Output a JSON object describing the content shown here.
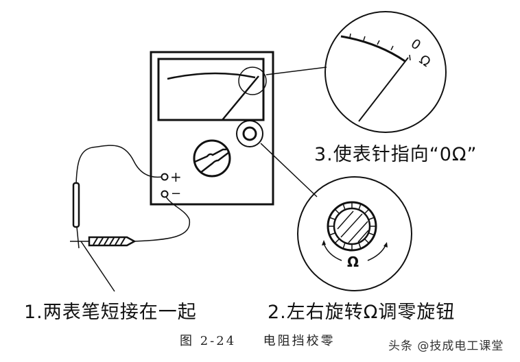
{
  "diagram": {
    "title": "电阻挡校零",
    "figure_number": "图 2-24",
    "steps": [
      {
        "label": "1.两表笔短接在一起"
      },
      {
        "label": "2.左右旋转Ω调零旋钮"
      },
      {
        "label": "3.使表针指向“0Ω”"
      }
    ],
    "scale_labels": {
      "zero": "0",
      "ohm": "Ω"
    },
    "knob_label": "Ω",
    "terminals": {
      "positive": "+",
      "negative": "−"
    },
    "watermark": "头条 @技成电工课堂",
    "colors": {
      "line": "#111111",
      "background": "#ffffff"
    }
  }
}
